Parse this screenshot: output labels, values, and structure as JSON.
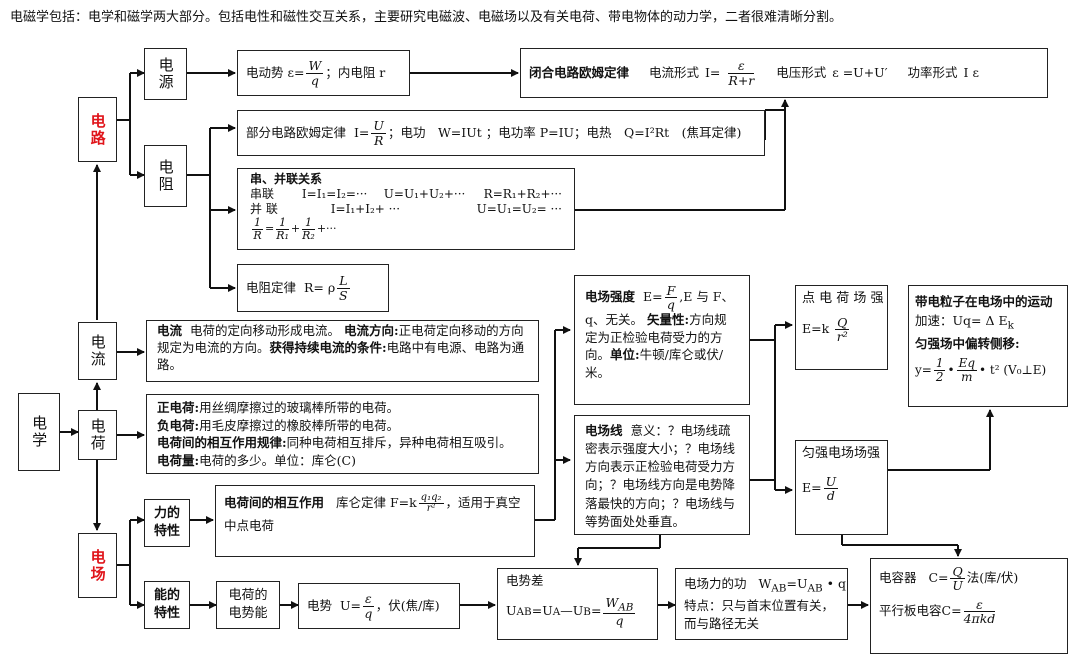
{
  "intro": "电磁学包括：电学和磁学两大部分。包括电性和磁性交互关系，主要研究电磁波、电磁场以及有关电荷、带电物体的动力学，二者很难清晰分割。",
  "nodes": {
    "dianxue": "电学",
    "dianlu": "电路",
    "dianyuan": "电源",
    "dianzu": "电阻",
    "dianliu": "电流",
    "dianhe": "电荷",
    "dianchang": "电场",
    "lidetexing": "力的特性",
    "nengdetexing": "能的特性",
    "dianshineng": "电荷的电势能"
  },
  "source": {
    "emf_label": "电动势",
    "emf_lhs": "ε=",
    "emf_num": "W",
    "emf_den": "q",
    "internal": "；内电阻 r"
  },
  "closed_circuit": {
    "title": "闭合电路欧姆定律",
    "current_label": "电流形式",
    "current_lhs": "I=",
    "current_num": "ε",
    "current_den": "R+r",
    "voltage_label": "电压形式",
    "voltage_eq": "ε =U+U′",
    "power_label": "功率形式",
    "power_eq": "I ε"
  },
  "partial_ohm": {
    "label": "部分电路欧姆定律",
    "lhs": "I=",
    "num": "U",
    "den": "R",
    "rest": "；电功　W=IUt ；电功率 P=IU；电热　Q=I²Rt　(焦耳定律)"
  },
  "series_parallel": {
    "title": "串、并联关系",
    "series_label": "串联",
    "series_i": "I=I₁=I₂=···",
    "series_u": "U=U₁+U₂+···",
    "series_r": "R=R₁+R₂+···",
    "parallel_label": "并 联",
    "parallel_i": "I=I₁+I₂+ ···",
    "parallel_u": "U=U₁=U₂= ···",
    "p_r_num": "1",
    "p_r_den": "R",
    "p_eq": "=",
    "p_r1_num": "1",
    "p_r1_den": "R₁",
    "p_plus": "+",
    "p_r2_num": "1",
    "p_r2_den": "R₂",
    "p_tail": "+···"
  },
  "resistance_law": {
    "label": "电阻定律",
    "lhs": "R= ρ",
    "num": "L",
    "den": "S"
  },
  "current_box": {
    "t1": "电流",
    "d1": "电荷的定向移动形成电流。",
    "t2": "电流方向:",
    "d2": "正电荷定向移动的方向规定为电流的方向。",
    "t3": "获得持续电流的条件:",
    "d3": "电路中有电源、电路为通路。"
  },
  "charge_box": {
    "t1": "正电荷:",
    "d1": "用丝绸摩擦过的玻璃棒所带的电荷。",
    "t2": "负电荷:",
    "d2": "用毛皮摩擦过的橡胶棒所带的电荷。",
    "t3": "电荷间的相互作用规律:",
    "d3": "同种电荷相互排斥，异种电荷相互吸引。",
    "t4": "电荷量:",
    "d4": "电荷的多少。单位：库仑(C)"
  },
  "coulomb": {
    "title": "电荷间的相互作用",
    "label": "库仑定律",
    "lhs": "F=k",
    "num": "q₁q₂",
    "den": "r²",
    "rest": "，适用于真空中点电荷"
  },
  "field_strength": {
    "title": "电场强度",
    "lhs": "E=",
    "num": "F",
    "den": "q",
    "rest": ",E 与 F、q、无关。",
    "t2": "矢量性:",
    "d2": "方向规定为正检验电荷受力的方向。",
    "t3": "单位:",
    "d3": "牛顿/库仑或伏/米。"
  },
  "field_lines": {
    "title": "电场线",
    "text": "意义：？电场线疏密表示强度大小；？电场线方向表示正检验电荷受力方向；？电场线方向是电势降落最快的方向；？电场线与等势面处处垂直。"
  },
  "point_charge": {
    "title": "点 电 荷 场 强",
    "lhs": "E=k",
    "num": "Q",
    "den": "r²"
  },
  "uniform_field": {
    "title": "匀强电场场强",
    "lhs": "E=",
    "num": "U",
    "den": "d"
  },
  "particle": {
    "title": "带电粒子在电场中的运动",
    "accel": "加速：Uq= Δ E",
    "accel_sub": "k",
    "deflect": "匀强场中偏转侧移:",
    "y_lhs": "y=",
    "n1": "1",
    "d1": "2",
    "dot": "•",
    "n2": "Eq",
    "d2": "m",
    "tail": "• t² (V₀⊥E)"
  },
  "potential": {
    "label": "电势",
    "lhs": "U=",
    "num": "ε",
    "den": "q",
    "rest": "，伏(焦/库)"
  },
  "potential_diff": {
    "title": "电势差",
    "eq": "U",
    "sub1": "AB",
    "mid": "=U",
    "sub2": "A",
    "mid2": "—U",
    "sub3": "B",
    "eq2": "=",
    "num": "W",
    "num_sub": "AB",
    "den": "q"
  },
  "work": {
    "label": "电场力的功",
    "eq": "W",
    "sub1": "AB",
    "mid": "=U",
    "sub2": "AB",
    "tail": " • q",
    "feature": "特点：只与首末位置有关，而与路径无关"
  },
  "capacitor": {
    "label": "电容器",
    "lhs": "C=",
    "num": "Q",
    "den": "U",
    "unit": "法(库/伏)",
    "plate_label": "平行板电容",
    "plate_lhs": "C=",
    "plate_num": "ε",
    "plate_den": "4πkd"
  }
}
